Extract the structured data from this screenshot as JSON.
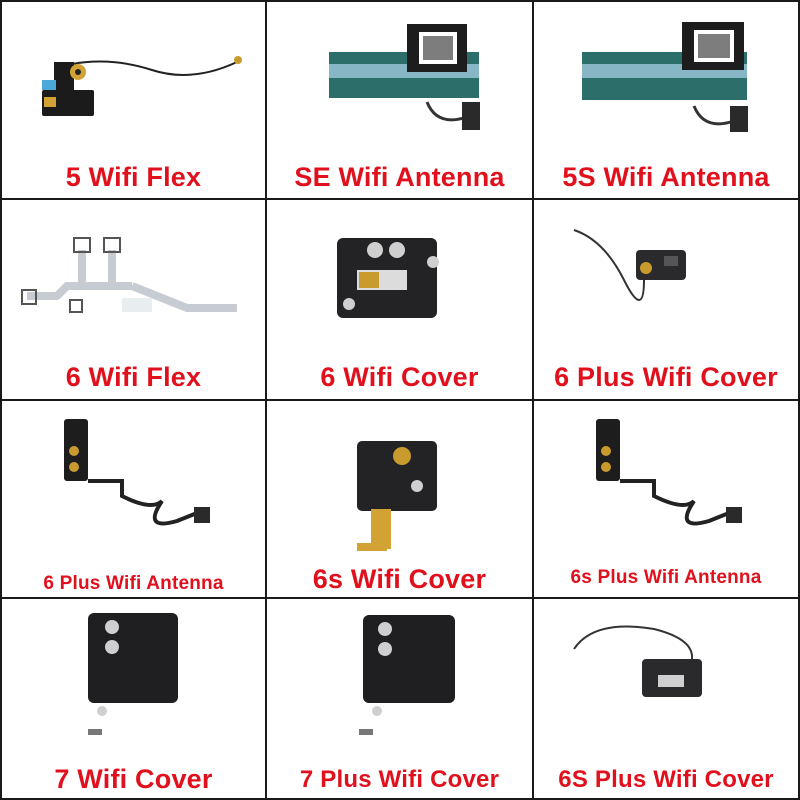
{
  "accent_color": "#e0101d",
  "panels": [
    {
      "label": "5 Wifi Flex"
    },
    {
      "label": "SE Wifi Antenna"
    },
    {
      "label": "5S Wifi Antenna"
    },
    {
      "label": "6 Wifi Flex"
    },
    {
      "label": "6 Wifi Cover"
    },
    {
      "label": "6 Plus Wifi Cover"
    },
    {
      "label": "6 Plus Wifi Antenna"
    },
    {
      "label": "6s Wifi Cover"
    },
    {
      "label": "6s Plus Wifi Antenna"
    },
    {
      "label": "7 Wifi Cover"
    },
    {
      "label": "7 Plus Wifi Cover"
    },
    {
      "label": "6S Plus Wifi Cover"
    }
  ]
}
